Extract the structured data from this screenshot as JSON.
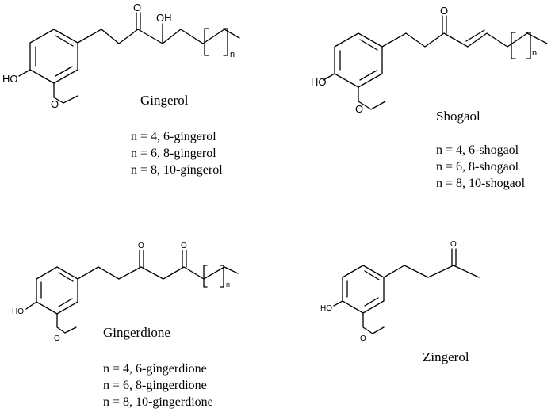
{
  "compounds": {
    "gingerol": {
      "name": "Gingerol",
      "atoms": {
        "oxo": "O",
        "hydroxyl": "OH",
        "phenol": "HO",
        "methoxy": "O",
        "repeat": "n"
      },
      "variants": [
        "n = 4, 6-gingerol",
        "n = 6, 8-gingerol",
        "n = 8, 10-gingerol"
      ]
    },
    "shogaol": {
      "name": "Shogaol",
      "atoms": {
        "oxo": "O",
        "phenol": "HO",
        "methoxy": "O",
        "repeat": "n"
      },
      "variants": [
        "n = 4, 6-shogaol",
        "n = 6, 8-shogaol",
        "n = 8, 10-shogaol"
      ]
    },
    "gingerdione": {
      "name": "Gingerdione",
      "atoms": {
        "oxo1": "O",
        "oxo2": "O",
        "phenol": "HO",
        "methoxy": "O",
        "repeat": "n"
      },
      "variants": [
        "n = 4, 6-gingerdione",
        "n = 6, 8-gingerdione",
        "n = 8, 10-gingerdione"
      ]
    },
    "zingerol": {
      "name": "Zingerol",
      "atoms": {
        "oxo": "O",
        "phenol": "HO",
        "methoxy": "O"
      }
    }
  }
}
